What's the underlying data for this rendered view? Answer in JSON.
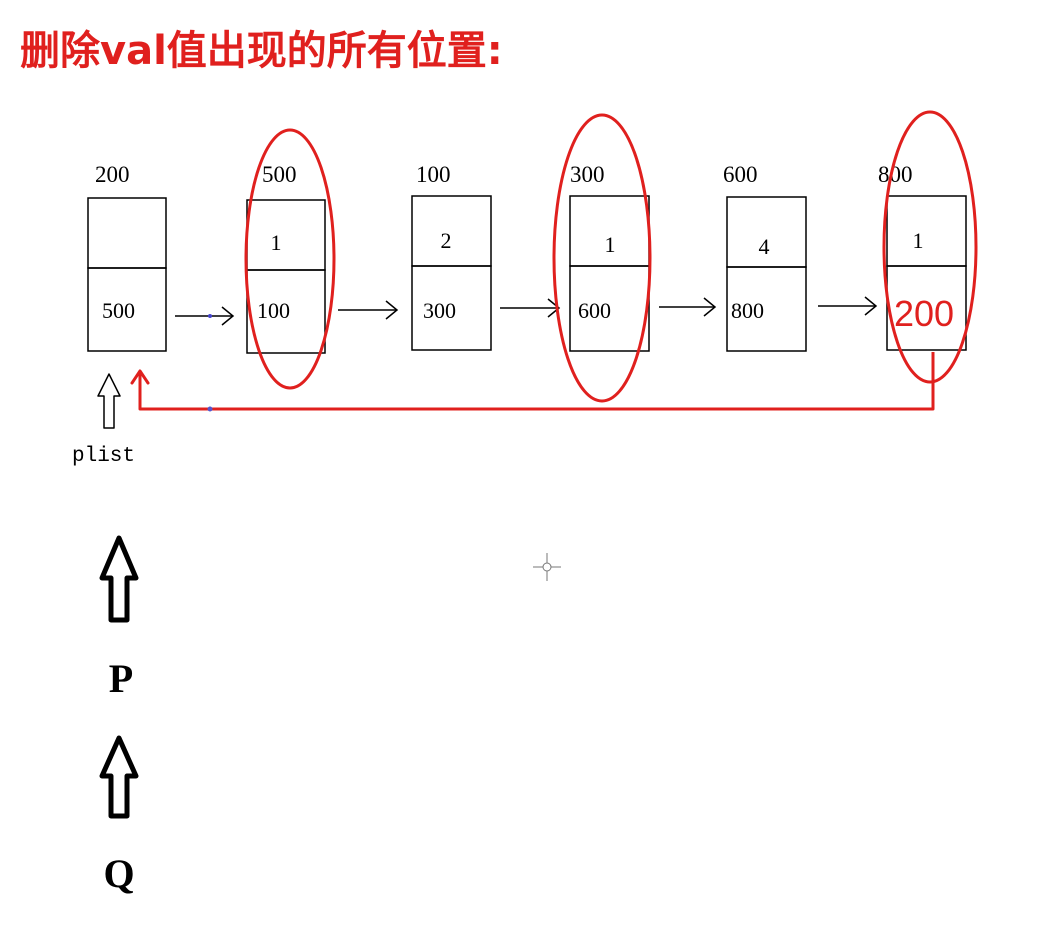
{
  "title": "删除val值出现的所有位置:",
  "nodes": [
    {
      "address": "200",
      "data": "",
      "next": "500",
      "circled": false
    },
    {
      "address": "500",
      "data": "1",
      "next": "100",
      "circled": true
    },
    {
      "address": "100",
      "data": "2",
      "next": "300",
      "circled": false
    },
    {
      "address": "300",
      "data": "1",
      "next": "600",
      "circled": true
    },
    {
      "address": "600",
      "data": "4",
      "next": "800",
      "circled": false
    },
    {
      "address": "800",
      "data": "1",
      "next": "200",
      "circled": true
    }
  ],
  "labels": {
    "head_pointer": "plist",
    "pointer_p": "P",
    "pointer_q": "Q"
  },
  "colors": {
    "annotation": "#e0201e",
    "line": "#000000",
    "background": "#ffffff"
  }
}
